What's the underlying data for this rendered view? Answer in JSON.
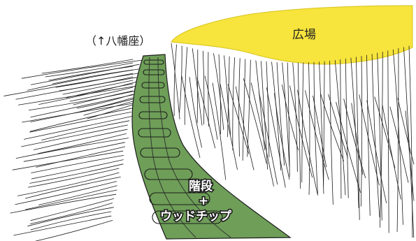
{
  "labels": {
    "direction": "（↑八幡座）",
    "plaza": "広場",
    "path_line1": "階段",
    "path_line2": "+",
    "path_line3": "ウッドチップ"
  },
  "colors": {
    "plaza": "#f7e43c",
    "path": "#6e9e58",
    "ink": "#1c1c1c"
  }
}
